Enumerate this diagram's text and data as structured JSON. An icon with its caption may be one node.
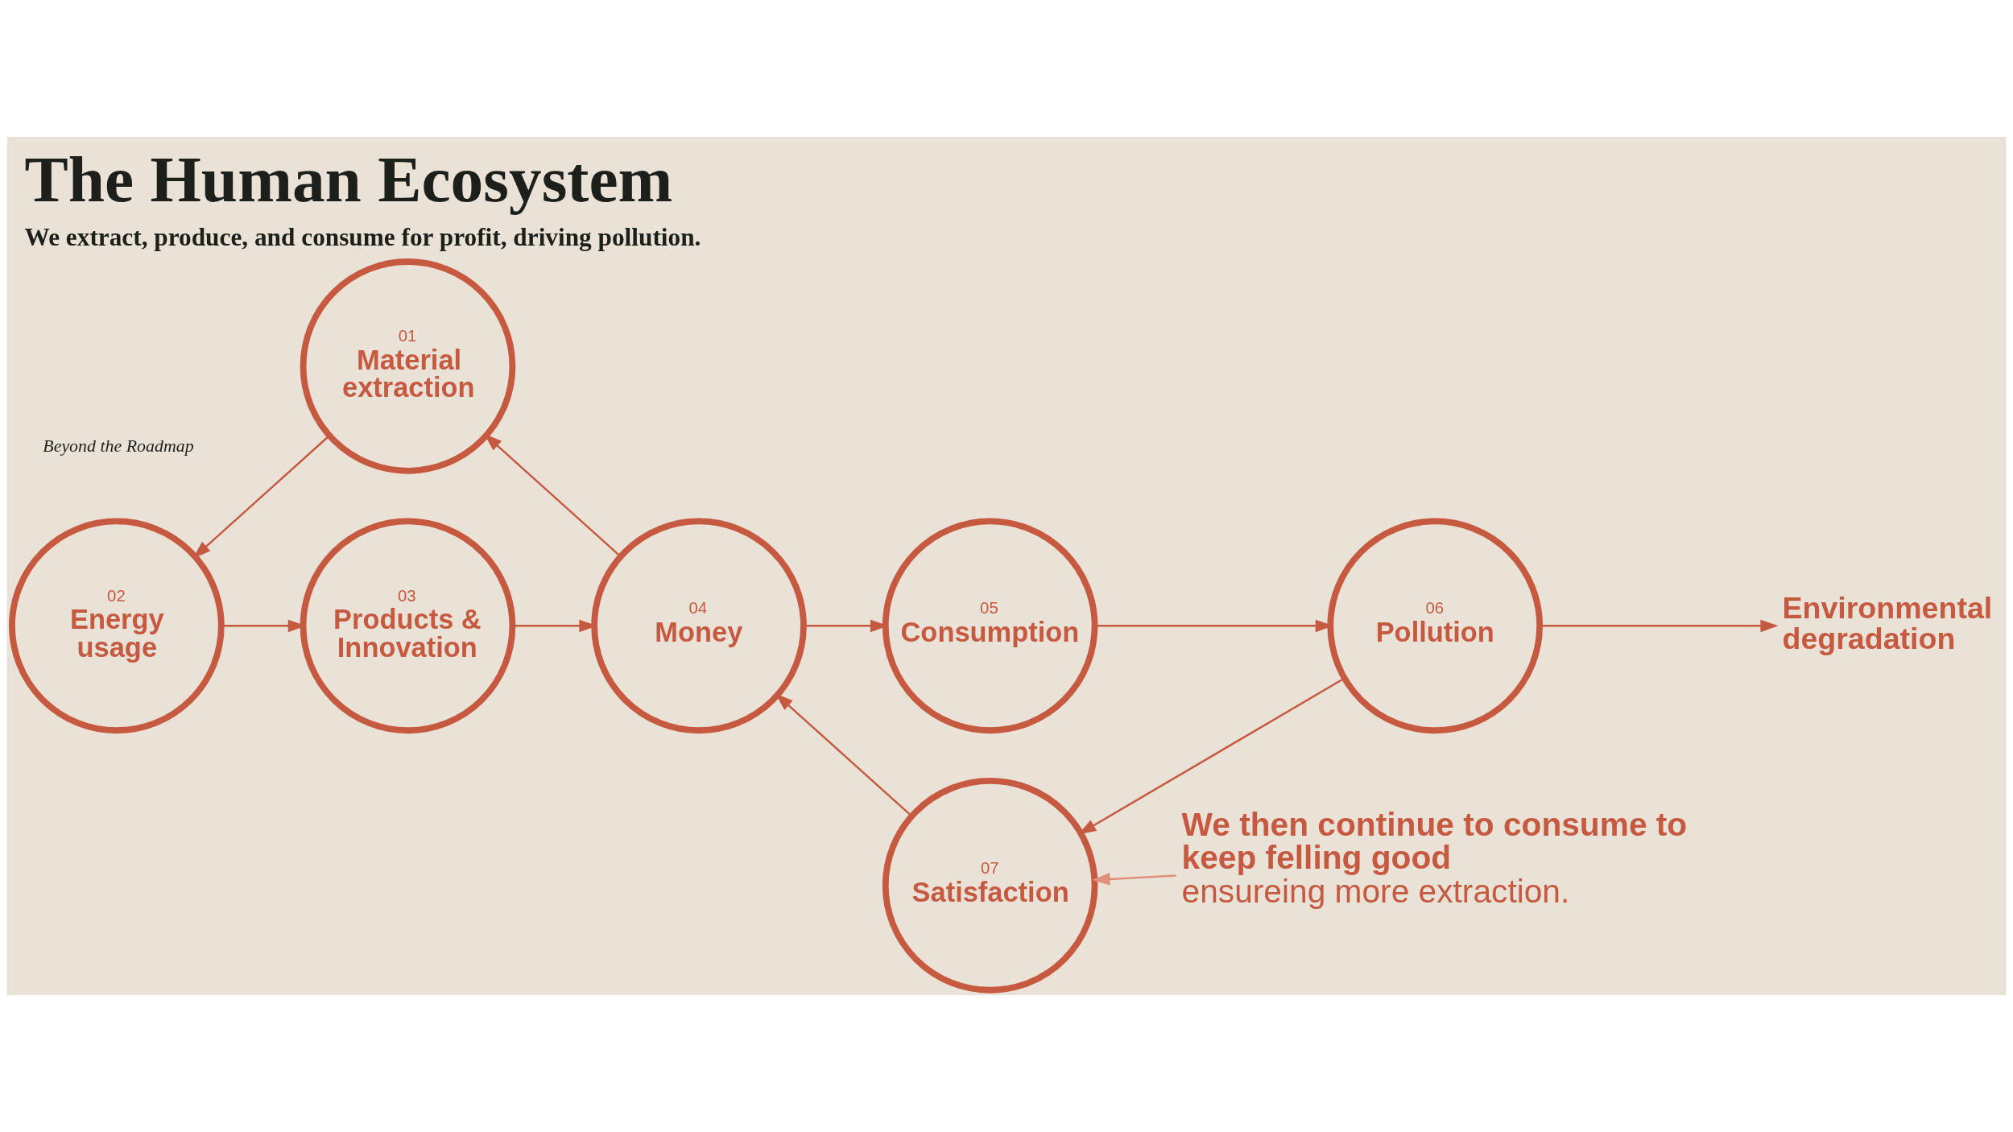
{
  "diagram": {
    "title": "The Human Ecosystem",
    "caption": "We extract, produce, and consume for profit, driving pollution.",
    "nodes": [
      {
        "text": [
          "01",
          "Material extraction"
        ]
      },
      {
        "text": [
          "02",
          "Energy usage"
        ]
      },
      {
        "text": [
          "03",
          "Products & Innovation"
        ]
      },
      {
        "text": [
          "04",
          "Money"
        ]
      },
      {
        "text": [
          "05",
          "Consumption"
        ]
      },
      {
        "text": [
          "06",
          "Pollution"
        ]
      },
      {
        "text": [
          "07",
          "Satisfaction"
        ]
      },
      {
        "text": [
          "Environmental degradation"
        ]
      },
      {
        "text": [
          "We then continue to consume to keep felling good",
          "ensureing more extraction."
        ]
      }
    ],
    "edges": [
      {
        "from": 0,
        "to": 1,
        "arrow": "to"
      },
      {
        "from": 1,
        "to": 2,
        "arrow": "to"
      },
      {
        "from": 2,
        "to": 3,
        "arrow": "to"
      },
      {
        "from": 3,
        "to": 0,
        "arrow": "to"
      },
      {
        "from": 3,
        "to": 4,
        "arrow": "to"
      },
      {
        "from": 4,
        "to": 5,
        "arrow": "to"
      },
      {
        "from": 5,
        "to": 6,
        "arrow": "to"
      },
      {
        "from": 6,
        "to": 3,
        "arrow": "to"
      },
      {
        "from": 5,
        "to": 7,
        "arrow": "to"
      },
      {
        "from": 8,
        "to": 6,
        "arrow": "to",
        "color": "#e0917b"
      }
    ],
    "labels": [
      "Beyond the Roadmap"
    ]
  }
}
